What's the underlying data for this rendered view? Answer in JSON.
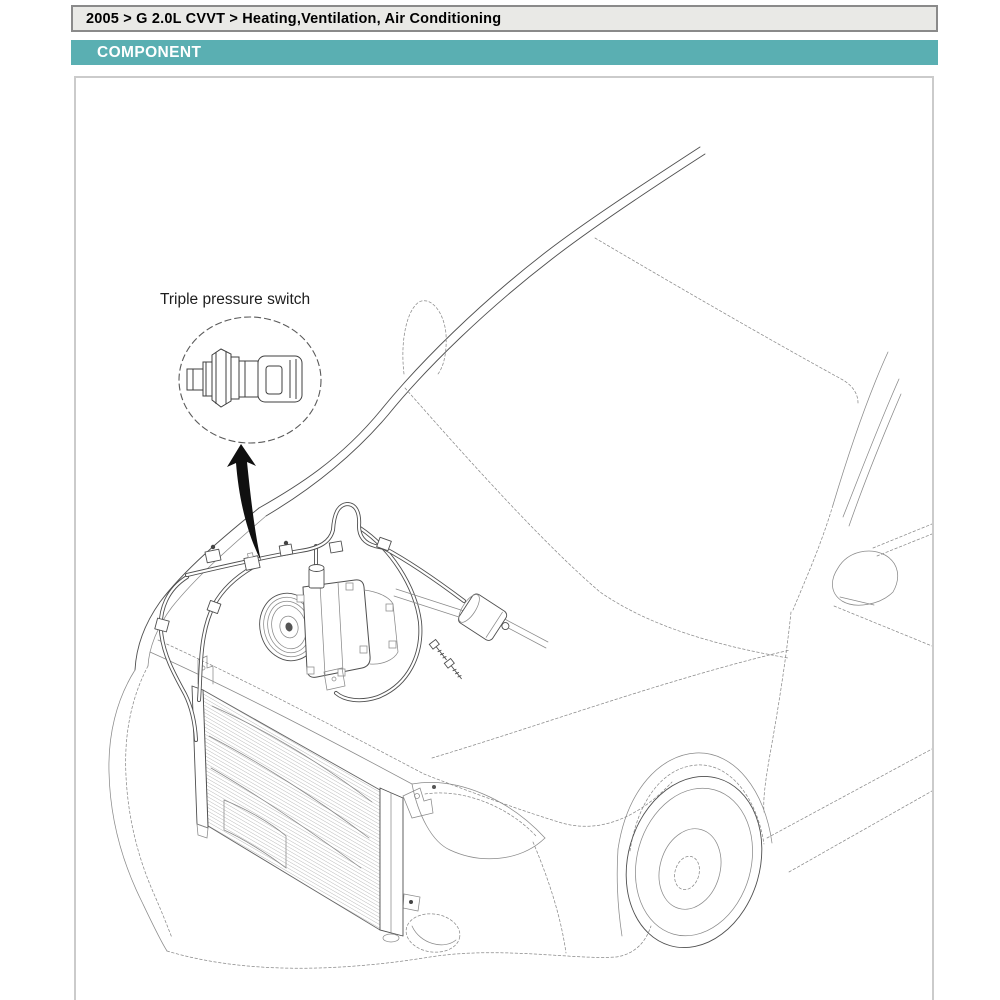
{
  "breadcrumb": {
    "text": "2005 > G 2.0L CVVT > Heating,Ventilation, Air Conditioning"
  },
  "section_header": {
    "label": "COMPONENT"
  },
  "diagram": {
    "callout_label": "Triple pressure switch"
  },
  "colors": {
    "accent_teal": "#5AAFB2",
    "breadcrumb_bg": "#E9E9E6",
    "breadcrumb_border": "#8A8A8A",
    "frame_border": "#CBCBCB",
    "drawing_line": "#4F4F4F",
    "arrow_black": "#101010"
  }
}
